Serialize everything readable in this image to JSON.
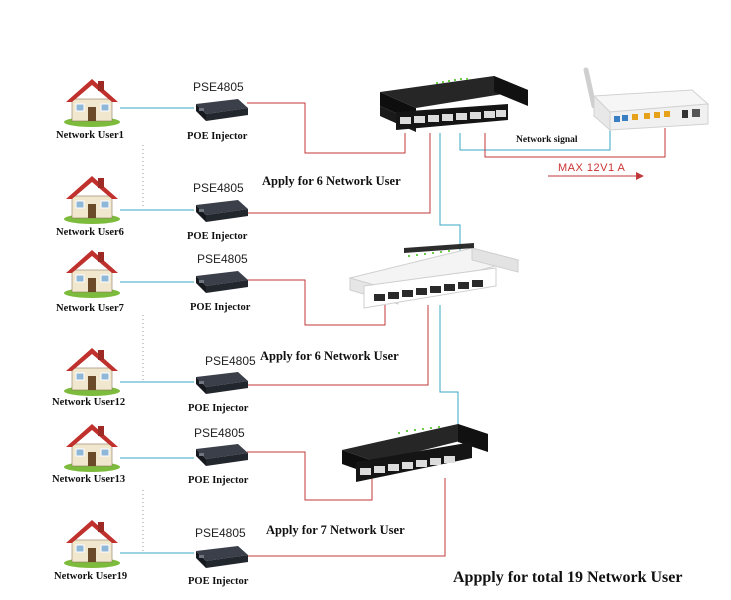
{
  "users": [
    {
      "label": "Network User1"
    },
    {
      "label": "Network User6"
    },
    {
      "label": "Network User7"
    },
    {
      "label": "Network User12"
    },
    {
      "label": "Network User13"
    },
    {
      "label": "Network User19"
    }
  ],
  "injectors": [
    {
      "model": "PSE4805",
      "label": "POE Injector"
    },
    {
      "model": "PSE4805",
      "label": "POE Injector"
    },
    {
      "model": "PSE4805",
      "label": "POE Injector"
    },
    {
      "model": "PSE4805",
      "label": "POE Injector"
    },
    {
      "model": "PSE4805",
      "label": "POE Injector"
    },
    {
      "model": "PSE4805",
      "label": "POE Injector"
    }
  ],
  "groups": [
    {
      "label": "Apply for 6 Network User"
    },
    {
      "label": "Apply for 6 Network User"
    },
    {
      "label": "Apply for 7 Network User"
    }
  ],
  "router": {
    "signal_label": "Network signal",
    "power_label": "MAX 12V1 A"
  },
  "total_label": "Appply for total 19 Network User",
  "colors": {
    "data_wire": "#3aa7c4",
    "poe_wire": "#c0393b",
    "switch_dark": "#1c1c1c",
    "switch_light": "#f2f2f2",
    "roof": "#c0302c"
  },
  "icons": [
    "house-icon",
    "poe-injector-icon",
    "network-switch-icon",
    "wireless-router-icon"
  ]
}
